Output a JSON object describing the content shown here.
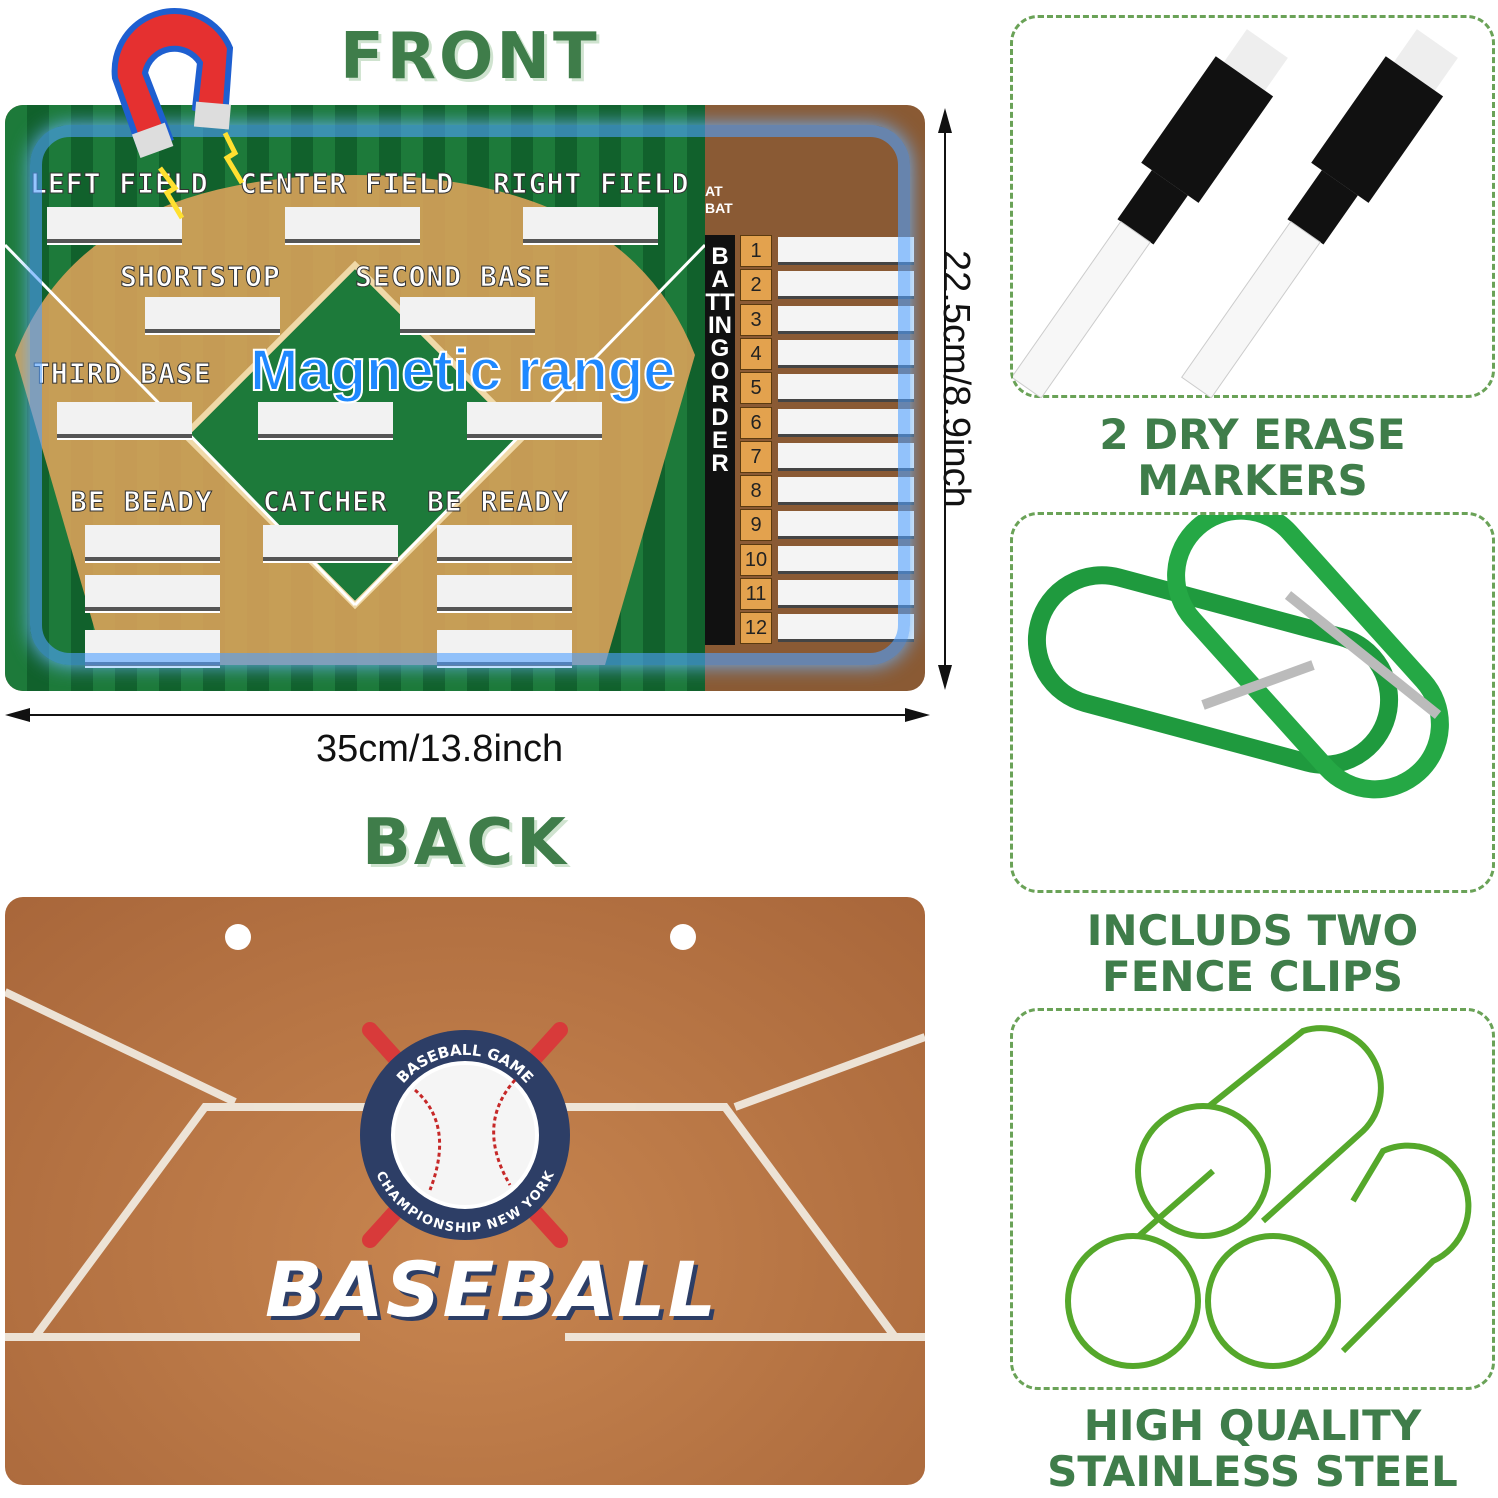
{
  "front": {
    "title": "FRONT",
    "positions": [
      "LEFT FIELD",
      "CENTER FIELD",
      "RIGHT FIELD",
      "SHORTSTOP",
      "SECOND BASE",
      "THIRD BASE",
      "BE BEADY",
      "CATCHER",
      "BE READY"
    ],
    "at_bat": "AT BAT",
    "batting_order": "BATTING ORDER",
    "numbers": [
      "1",
      "2",
      "3",
      "4",
      "5",
      "6",
      "7",
      "8",
      "9",
      "10",
      "11",
      "12"
    ],
    "magnetic_label": "Magnetic range"
  },
  "dimensions": {
    "width": "35cm/13.8inch",
    "height": "22.5cm/8.9inch"
  },
  "back": {
    "title": "BACK",
    "badge_top": "BASEBALL GAME",
    "badge_bottom": "CHAMPIONSHIP NEW YORK",
    "big_text": "BASEBALL"
  },
  "features": [
    {
      "line1": "2 DRY ERASE",
      "line2": "MARKERS",
      "icon": "marker-icon"
    },
    {
      "line1": "INCLUDS TWO",
      "line2": "FENCE CLIPS",
      "icon": "carabiner-icon"
    },
    {
      "line1": "HIGH QUALITY",
      "line2": "STAINLESS STEEL",
      "icon": "steel-tube-icon"
    }
  ],
  "colors": {
    "accent_green": "#3f7d4a",
    "field_green": "#1d7a3a",
    "magnet_blue": "#1e88ff",
    "badge_navy": "#2d3e66"
  }
}
